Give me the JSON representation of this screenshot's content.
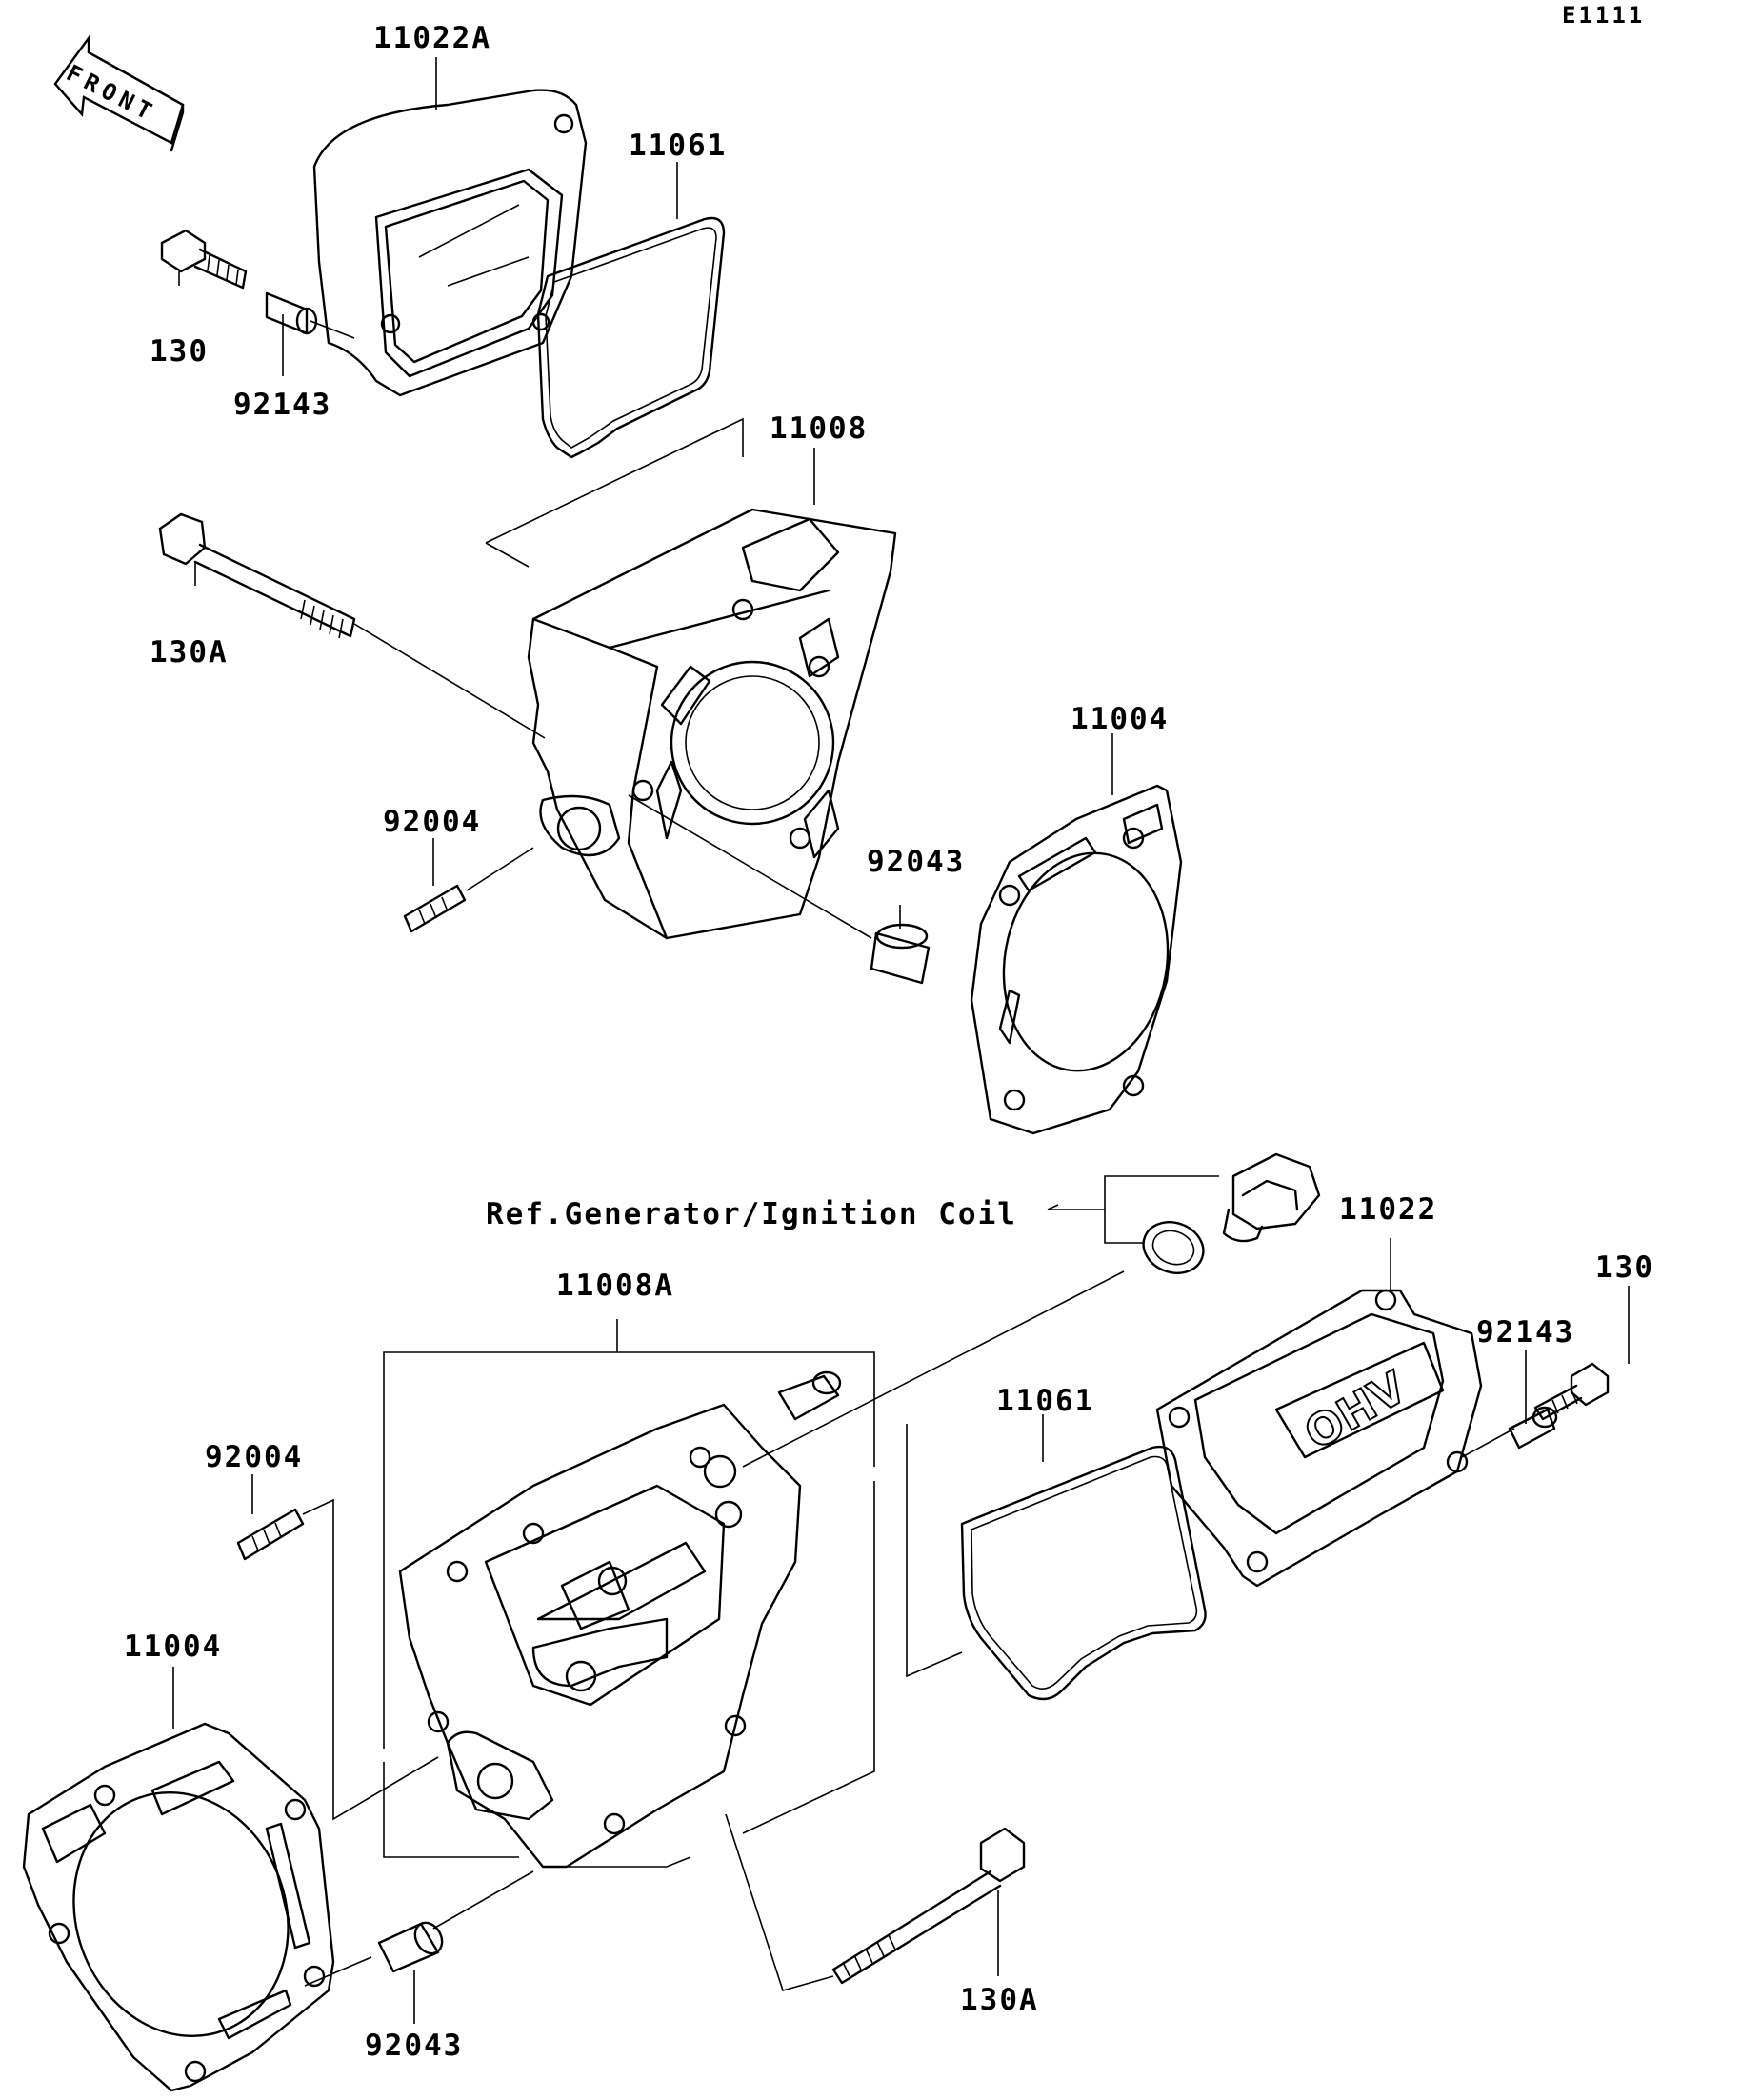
{
  "diagram_code": "E1111",
  "front_arrow": {
    "text": "FRONT",
    "icon": "front-arrow-icon"
  },
  "reference_note": "Ref.Generator/Ignition Coil",
  "callouts": {
    "upper_head_cover": "11022A",
    "upper_gasket": "11061",
    "upper_bolt": "130",
    "upper_collar": "92143",
    "upper_head": "11008",
    "upper_long_bolt": "130A",
    "upper_head_gasket": "11004",
    "upper_stud": "92004",
    "upper_dowel": "92043",
    "lower_head_cover": "11022",
    "lower_bolt": "130",
    "lower_collar": "92143",
    "lower_head": "11008A",
    "lower_gasket": "11061",
    "lower_stud": "92004",
    "lower_head_gasket": "11004",
    "lower_dowel": "92043",
    "lower_long_bolt": "130A"
  },
  "cover_emblem": "OHV"
}
